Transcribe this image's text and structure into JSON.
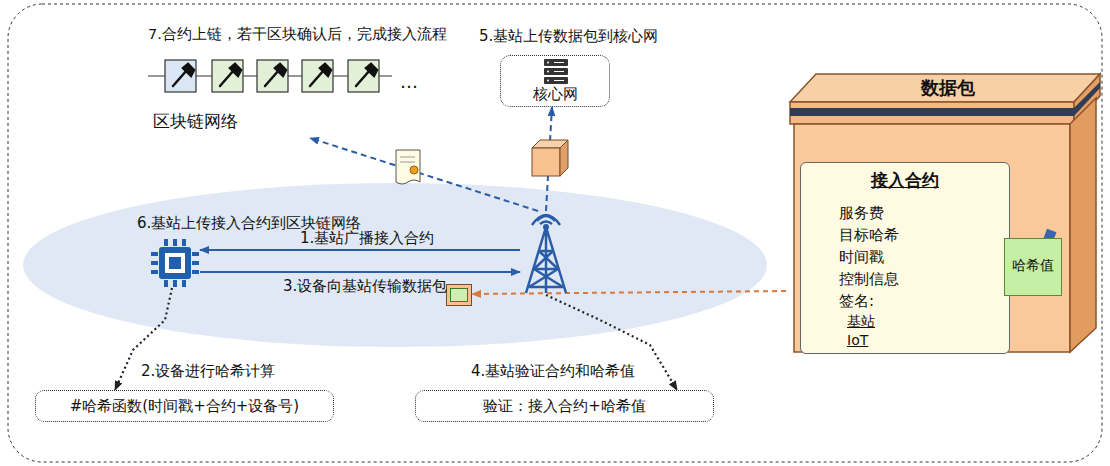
{
  "diagram": {
    "nodes": [
      {
        "text": [
          "7.合约上链，若干区块确认后，完成接入流程",
          "区块链网络"
        ]
      },
      {
        "text": [
          "5.基站上传数据包到核心网",
          "核心网"
        ]
      },
      {
        "text": []
      },
      {
        "text": []
      },
      {
        "text": [
          "2.设备进行哈希计算",
          "#哈希函数(时间戳+合约+设备号)"
        ]
      },
      {
        "text": [
          "4.基站验证合约和哈希值",
          "验证：接入合约+哈希值"
        ]
      },
      {
        "text": [
          "数据包"
        ]
      },
      {
        "text": [
          "接入合约",
          "服务费",
          "目标哈希",
          "时间戳",
          "控制信息",
          "签名:",
          "基站",
          "IoT"
        ],
        "in": 6
      },
      {
        "text": [
          "哈希值"
        ],
        "in": 6
      },
      {
        "text": []
      }
    ],
    "edges": [
      {
        "from": 3,
        "to": 2,
        "arrow": "to",
        "label": "1.基站广播接入合约"
      },
      {
        "from": 2,
        "to": 3,
        "arrow": "to",
        "label": "3.设备向基站传输数据包"
      },
      {
        "from": 2,
        "to": 4,
        "arrow": "to"
      },
      {
        "from": 3,
        "to": 5,
        "arrow": "to"
      },
      {
        "from": 3,
        "to": 1,
        "arrow": "to"
      },
      {
        "from": 3,
        "to": 0,
        "arrow": "to",
        "label": "6.基站上传接入合约到区块链网络"
      },
      {
        "from": 6,
        "to": 9,
        "arrow": "to"
      }
    ],
    "labels": [
      "…"
    ]
  }
}
